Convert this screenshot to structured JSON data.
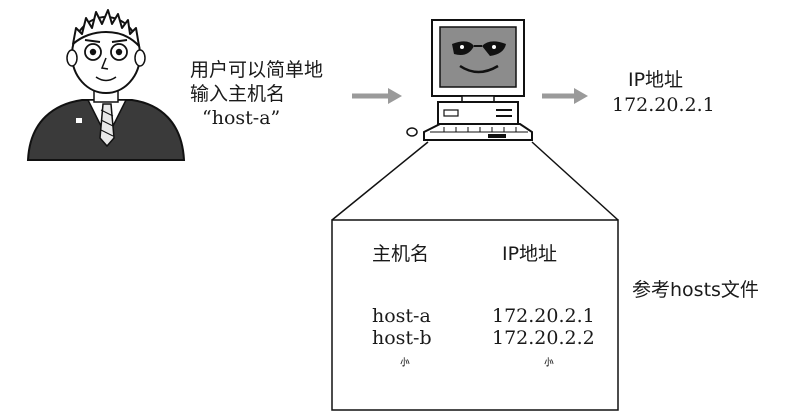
{
  "user_caption": {
    "line1": "用户可以简单地",
    "line2": "输入主机名",
    "line3": "“host-a”"
  },
  "result": {
    "label": "IP地址",
    "value": "172.20.2.1"
  },
  "hosts_file": {
    "caption": "参考hosts文件",
    "headers": [
      "主机名",
      "IP地址"
    ],
    "rows": [
      {
        "host": "host-a",
        "ip": "172.20.2.1"
      },
      {
        "host": "host-b",
        "ip": "172.20.2.2"
      }
    ],
    "continuation_mark": "⺗"
  },
  "colors": {
    "arrow": "#9a9a9a",
    "line": "#1a1a1a",
    "screen_fill": "#8c8c8c",
    "suit": "#3a3a3a"
  },
  "icons": {
    "user": "businessman-icon",
    "computer": "computer-icon"
  }
}
